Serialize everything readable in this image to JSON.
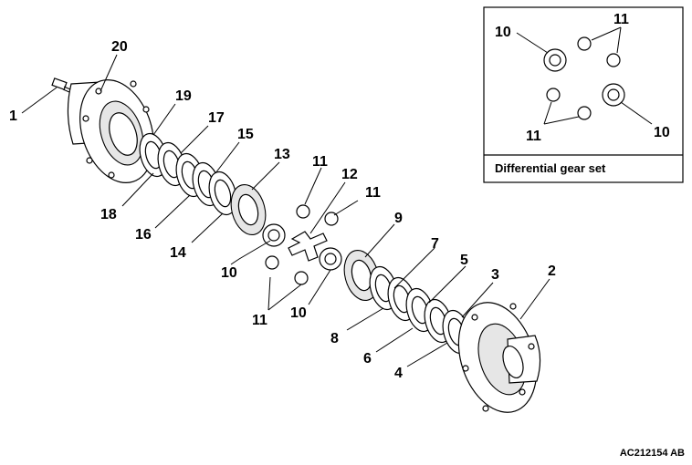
{
  "callouts": [
    {
      "id": "1",
      "label": "1"
    },
    {
      "id": "2",
      "label": "2"
    },
    {
      "id": "3",
      "label": "3"
    },
    {
      "id": "4",
      "label": "4"
    },
    {
      "id": "5",
      "label": "5"
    },
    {
      "id": "6",
      "label": "6"
    },
    {
      "id": "7",
      "label": "7"
    },
    {
      "id": "8",
      "label": "8"
    },
    {
      "id": "9",
      "label": "9"
    },
    {
      "id": "10a",
      "label": "10"
    },
    {
      "id": "10b",
      "label": "10"
    },
    {
      "id": "11a",
      "label": "11"
    },
    {
      "id": "11b",
      "label": "11"
    },
    {
      "id": "11c",
      "label": "11"
    },
    {
      "id": "12",
      "label": "12"
    },
    {
      "id": "13",
      "label": "13"
    },
    {
      "id": "14",
      "label": "14"
    },
    {
      "id": "15",
      "label": "15"
    },
    {
      "id": "16",
      "label": "16"
    },
    {
      "id": "17",
      "label": "17"
    },
    {
      "id": "18",
      "label": "18"
    },
    {
      "id": "19",
      "label": "19"
    },
    {
      "id": "20",
      "label": "20"
    }
  ],
  "inset": {
    "caption": "Differential gear set",
    "callouts": [
      {
        "id": "i10a",
        "label": "10"
      },
      {
        "id": "i10b",
        "label": "10"
      },
      {
        "id": "i11a",
        "label": "11"
      },
      {
        "id": "i11b",
        "label": "11"
      }
    ]
  },
  "figure_id": "AC212154 AB"
}
